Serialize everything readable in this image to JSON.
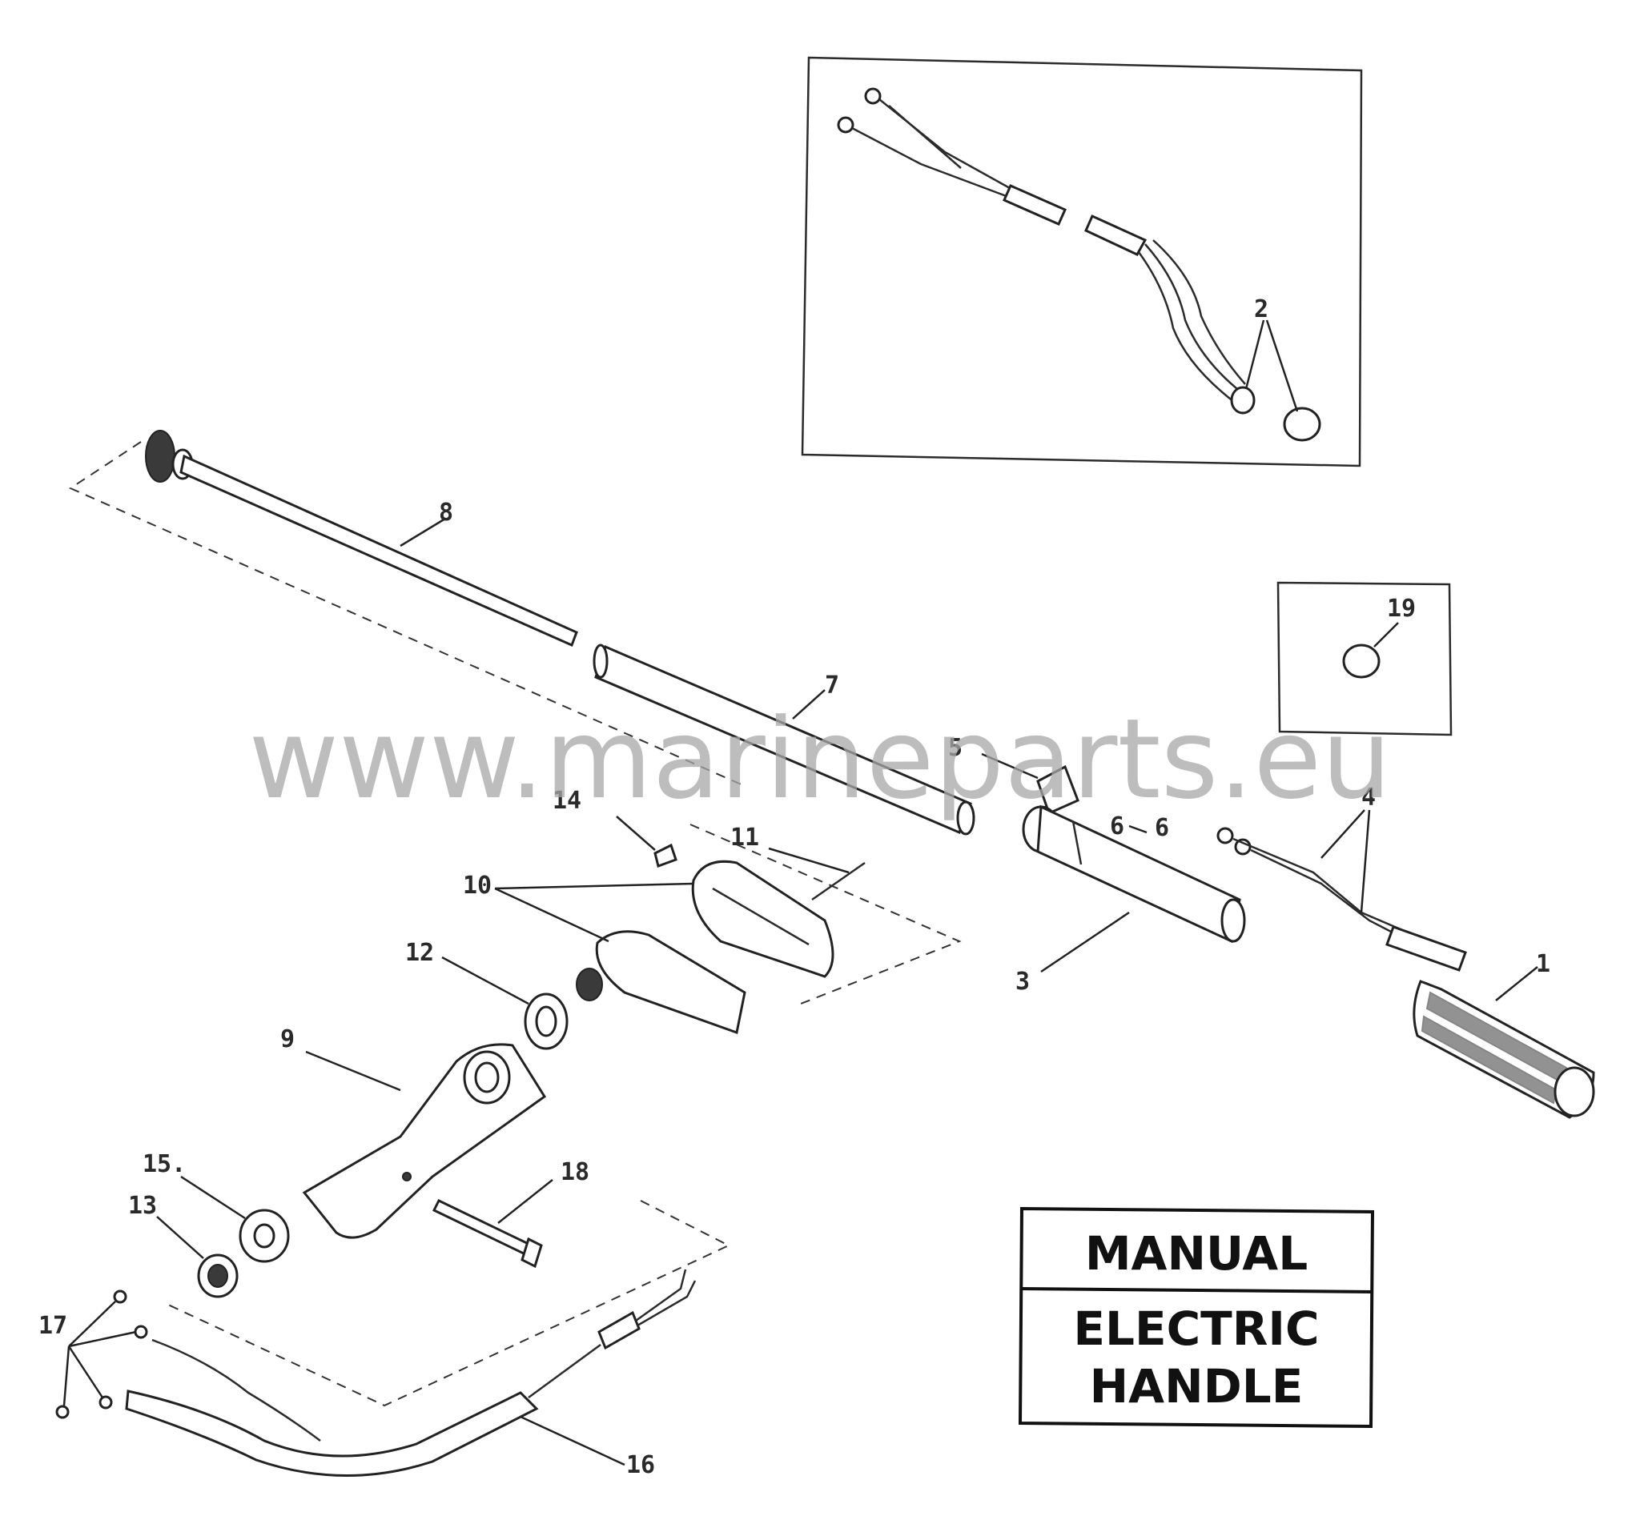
{
  "watermark": "www.marineparts.eu",
  "legend": {
    "line1": "MANUAL",
    "line2": "ELECTRIC",
    "line3": "HANDLE"
  },
  "callouts": {
    "c1": "1",
    "c2": "2",
    "c3": "3",
    "c4": "4",
    "c5": "5",
    "c6": "6",
    "c6b": "6",
    "c7": "7",
    "c8": "8",
    "c9": "9",
    "c10": "10",
    "c11": "11",
    "c12": "12",
    "c13": "13",
    "c14": "14",
    "c15": "15.",
    "c16": "16",
    "c17": "17",
    "c18": "18",
    "c19": "19"
  }
}
